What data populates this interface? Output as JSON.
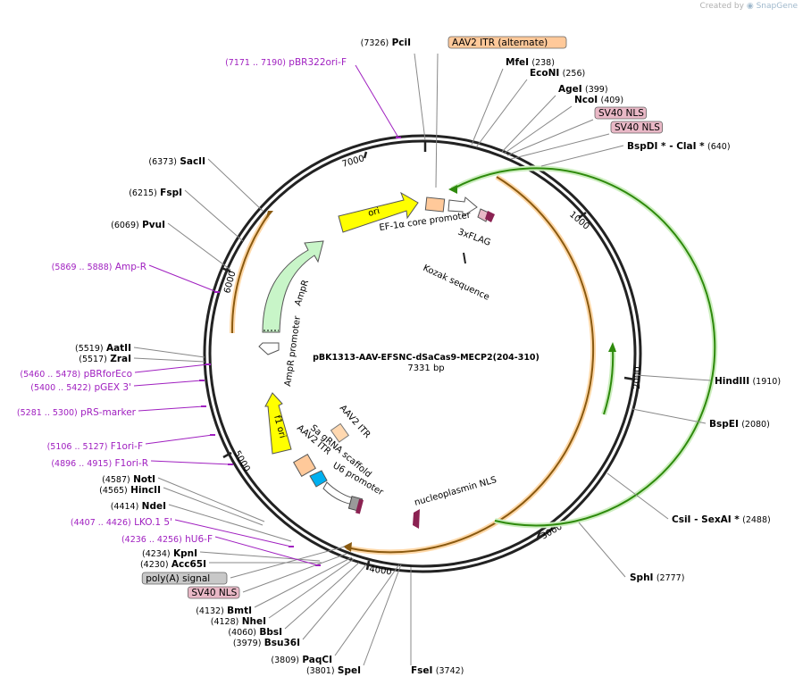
{
  "credit": {
    "prefix": "Created by",
    "brand": "SnapGene"
  },
  "plasmid": {
    "name": "pBK1313-AAV-EFSNC-dSaCas9-MECP2(204-310)",
    "length": "7331 bp"
  },
  "ticks": [
    {
      "id": "t1000",
      "text": "1000"
    },
    {
      "id": "t2000",
      "text": "2000"
    },
    {
      "id": "t3000",
      "text": "3000"
    },
    {
      "id": "t4000",
      "text": "4000"
    },
    {
      "id": "t5000",
      "text": "5000"
    },
    {
      "id": "t6000",
      "text": "6000"
    },
    {
      "id": "t7000",
      "text": "7000"
    }
  ],
  "features": {
    "ori": "ori",
    "ampr": "AmpR",
    "ampr_promoter": "AmpR promoter",
    "f1_ori": "f1 ori",
    "ef1a": "EF-1α core promoter",
    "flag": "3xFLAG",
    "kozak": "Kozak sequence",
    "aav2_itr_a": "AAV2 ITR",
    "aav2_itr_b": "AAV2 ITR",
    "sa_grna": "Sa gRNA scaffold",
    "u6": "U6 promoter",
    "nucleoplasmin": "nucleoplasmin NLS"
  },
  "labels": [
    {
      "id": "pci",
      "name": "PciI",
      "pos": "(7326)",
      "kind": "enzyme"
    },
    {
      "id": "aav2alt",
      "name": "AAV2 ITR (alternate)",
      "pos": "",
      "kind": "box_orange"
    },
    {
      "id": "mfei",
      "name": "MfeI",
      "pos": "(238)",
      "kind": "enzyme"
    },
    {
      "id": "econi",
      "name": "EcoNI",
      "pos": "(256)",
      "kind": "enzyme"
    },
    {
      "id": "agei",
      "name": "AgeI",
      "pos": "(399)",
      "kind": "enzyme"
    },
    {
      "id": "ncoi",
      "name": "NcoI",
      "pos": "(409)",
      "kind": "enzyme"
    },
    {
      "id": "sv40a",
      "name": "SV40 NLS",
      "pos": "",
      "kind": "box_pink"
    },
    {
      "id": "sv40b",
      "name": "SV40 NLS",
      "pos": "",
      "kind": "box_pink"
    },
    {
      "id": "bspdi",
      "name": "BspDI *  -  ClaI *",
      "pos": "(640)",
      "kind": "enzyme"
    },
    {
      "id": "hindiii",
      "name": "HindIII",
      "pos": "(1910)",
      "kind": "enzyme"
    },
    {
      "id": "bspei",
      "name": "BspEI",
      "pos": "(2080)",
      "kind": "enzyme"
    },
    {
      "id": "csii",
      "name": "CsiI  -  SexAI *",
      "pos": "(2488)",
      "kind": "enzyme"
    },
    {
      "id": "sphi",
      "name": "SphI",
      "pos": "(2777)",
      "kind": "enzyme"
    },
    {
      "id": "fsei",
      "name": "FseI",
      "pos": "(3742)",
      "kind": "enzyme"
    },
    {
      "id": "spei",
      "name": "SpeI",
      "pos": "(3801)",
      "kind": "enzyme"
    },
    {
      "id": "paqci",
      "name": "PaqCI",
      "pos": "(3809)",
      "kind": "enzyme"
    },
    {
      "id": "bsu36i",
      "name": "Bsu36I",
      "pos": "(3979)",
      "kind": "enzyme"
    },
    {
      "id": "bbsi",
      "name": "BbsI",
      "pos": "(4060)",
      "kind": "enzyme"
    },
    {
      "id": "nhei",
      "name": "NheI",
      "pos": "(4128)",
      "kind": "enzyme"
    },
    {
      "id": "bmti",
      "name": "BmtI",
      "pos": "(4132)",
      "kind": "enzyme"
    },
    {
      "id": "sv40c",
      "name": "SV40 NLS",
      "pos": "",
      "kind": "box_pink"
    },
    {
      "id": "polya",
      "name": "poly(A) signal",
      "pos": "",
      "kind": "box_gray"
    },
    {
      "id": "acc65i",
      "name": "Acc65I",
      "pos": "(4230)",
      "kind": "enzyme"
    },
    {
      "id": "kpni",
      "name": "KpnI",
      "pos": "(4234)",
      "kind": "enzyme"
    },
    {
      "id": "hu6f",
      "name": "hU6-F",
      "pos": "(4236 .. 4256)",
      "kind": "primer"
    },
    {
      "id": "lko15",
      "name": "LKO.1 5'",
      "pos": "(4407 .. 4426)",
      "kind": "primer"
    },
    {
      "id": "ndei",
      "name": "NdeI",
      "pos": "(4414)",
      "kind": "enzyme"
    },
    {
      "id": "hincii",
      "name": "HincII",
      "pos": "(4565)",
      "kind": "enzyme"
    },
    {
      "id": "noti",
      "name": "NotI",
      "pos": "(4587)",
      "kind": "enzyme"
    },
    {
      "id": "f1orir",
      "name": "F1ori-R",
      "pos": "(4896 .. 4915)",
      "kind": "primer"
    },
    {
      "id": "f1orif",
      "name": "F1ori-F",
      "pos": "(5106 .. 5127)",
      "kind": "primer"
    },
    {
      "id": "prsm",
      "name": "pRS-marker",
      "pos": "(5281 .. 5300)",
      "kind": "primer"
    },
    {
      "id": "pgex3",
      "name": "pGEX 3'",
      "pos": "(5400 .. 5422)",
      "kind": "primer"
    },
    {
      "id": "pbrfor",
      "name": "pBRforEco",
      "pos": "(5460 .. 5478)",
      "kind": "primer"
    },
    {
      "id": "zrai",
      "name": "ZraI",
      "pos": "(5517)",
      "kind": "enzyme"
    },
    {
      "id": "aatii",
      "name": "AatII",
      "pos": "(5519)",
      "kind": "enzyme"
    },
    {
      "id": "ampr_p",
      "name": "Amp-R",
      "pos": "(5869 .. 5888)",
      "kind": "primer"
    },
    {
      "id": "pvui",
      "name": "PvuI",
      "pos": "(6069)",
      "kind": "enzyme"
    },
    {
      "id": "fspi",
      "name": "FspI",
      "pos": "(6215)",
      "kind": "enzyme"
    },
    {
      "id": "sacii",
      "name": "SacII",
      "pos": "(6373)",
      "kind": "enzyme"
    },
    {
      "id": "pbr322",
      "name": "pBR322ori-F",
      "pos": "(7171 .. 7190)",
      "kind": "primer"
    }
  ],
  "colors": {
    "ring": "#222222",
    "enzyme": "#000000",
    "primer": "#a020c0",
    "orange_arc": "#e08a1e",
    "green_arc": "#3a9a10",
    "ori": "#ffff00",
    "ampr": "#c8f5c8",
    "box_orange": "#ffc99a",
    "box_pink": "#e9b8c6",
    "box_gray": "#c8c8c8",
    "nls": "#8b2252",
    "u6": "#00b0f0"
  }
}
